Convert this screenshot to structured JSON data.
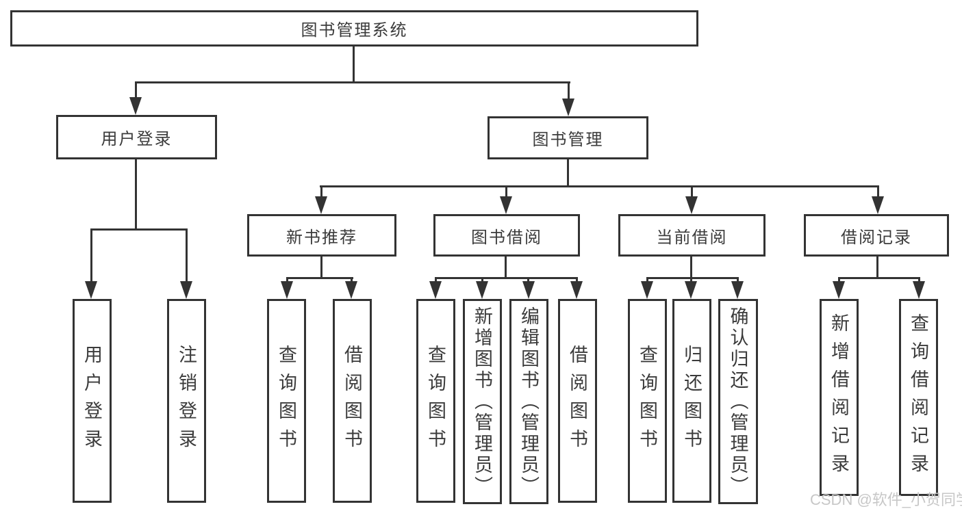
{
  "diagram": {
    "root": {
      "label": "图书管理系统"
    },
    "level2": [
      {
        "label": "用户登录"
      },
      {
        "label": "图书管理"
      }
    ],
    "level3": [
      {
        "label": "新书推荐",
        "parent": "图书管理"
      },
      {
        "label": "图书借阅",
        "parent": "图书管理"
      },
      {
        "label": "当前借阅",
        "parent": "图书管理"
      },
      {
        "label": "借阅记录",
        "parent": "图书管理"
      }
    ],
    "leaves": [
      {
        "label": "用户登录",
        "parent": "用户登录"
      },
      {
        "label": "注销登录",
        "parent": "用户登录"
      },
      {
        "label": "查询图书",
        "parent": "新书推荐"
      },
      {
        "label": "借阅图书",
        "parent": "新书推荐"
      },
      {
        "label": "查询图书",
        "parent": "图书借阅"
      },
      {
        "label": "新增图书（管理员）",
        "parent": "图书借阅"
      },
      {
        "label": "编辑图书（管理员）",
        "parent": "图书借阅"
      },
      {
        "label": "借阅图书",
        "parent": "图书借阅"
      },
      {
        "label": "查询图书",
        "parent": "当前借阅"
      },
      {
        "label": "归还图书",
        "parent": "当前借阅"
      },
      {
        "label": "确认归还（管理员）",
        "parent": "当前借阅"
      },
      {
        "label": "新增借阅记录",
        "parent": "借阅记录"
      },
      {
        "label": "查询借阅记录",
        "parent": "借阅记录"
      }
    ]
  },
  "watermark": {
    "text": "CSDN @软件_小贺同学"
  },
  "colors": {
    "line": "#333333",
    "text": "#3b3b3b",
    "background": "#ffffff",
    "watermark": "#c7c7c7"
  }
}
